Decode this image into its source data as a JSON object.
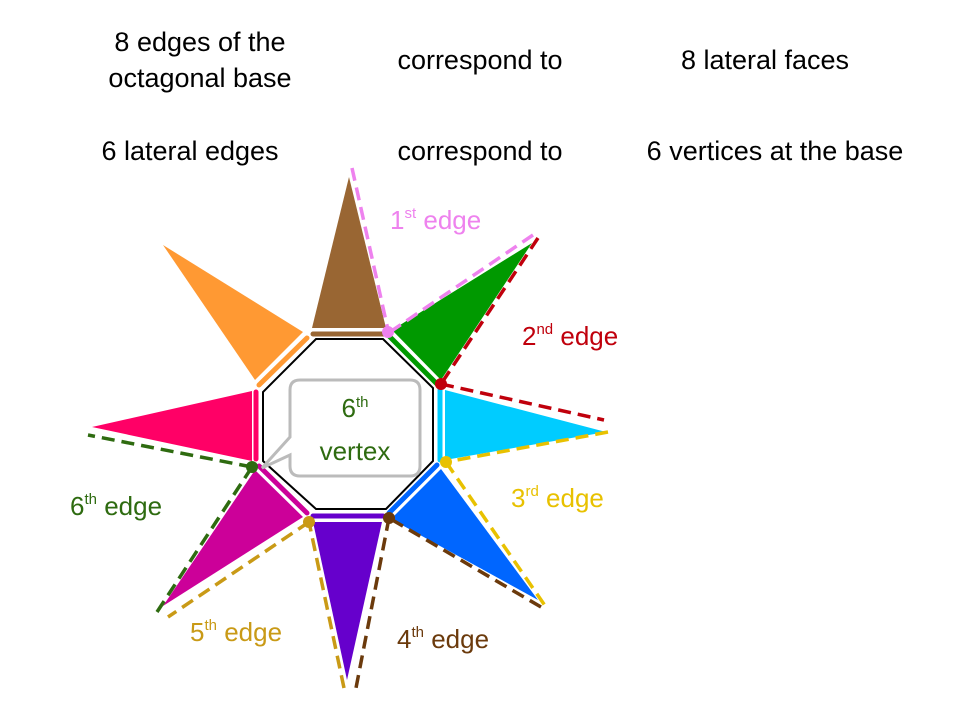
{
  "header": {
    "row1_left_line1": "8 edges of the",
    "row1_left_line2": "octagonal base",
    "row1_middle": "correspond to",
    "row1_right": "8 lateral faces",
    "row2_left": "6 lateral edges",
    "row2_middle": "correspond to",
    "row2_right": "6 vertices at the base"
  },
  "edge_labels": [
    {
      "num": "1",
      "sup": "st",
      "word": " edge",
      "color": "#ee82ee"
    },
    {
      "num": "2",
      "sup": "nd",
      "word": " edge",
      "color": "#c0000c"
    },
    {
      "num": "3",
      "sup": "rd",
      "word": " edge",
      "color": "#e8c100"
    },
    {
      "num": "4",
      "sup": "th",
      "word": " edge",
      "color": "#6b3a0c"
    },
    {
      "num": "5",
      "sup": "th",
      "word": " edge",
      "color": "#c99a16"
    },
    {
      "num": "6",
      "sup": "th",
      "word": " edge",
      "color": "#2e6b10"
    }
  ],
  "callout": {
    "num": "6",
    "sup": "th",
    "word": "vertex",
    "color": "#2e6b10"
  },
  "colors": {
    "face_top": "#996633",
    "face_top_right": "#009900",
    "face_right": "#00ccff",
    "face_bottom_right": "#0066ff",
    "face_bottom": "#6600cc",
    "face_bottom_left": "#cc0099",
    "face_left": "#ff0066",
    "face_top_left": "#ff9933"
  }
}
